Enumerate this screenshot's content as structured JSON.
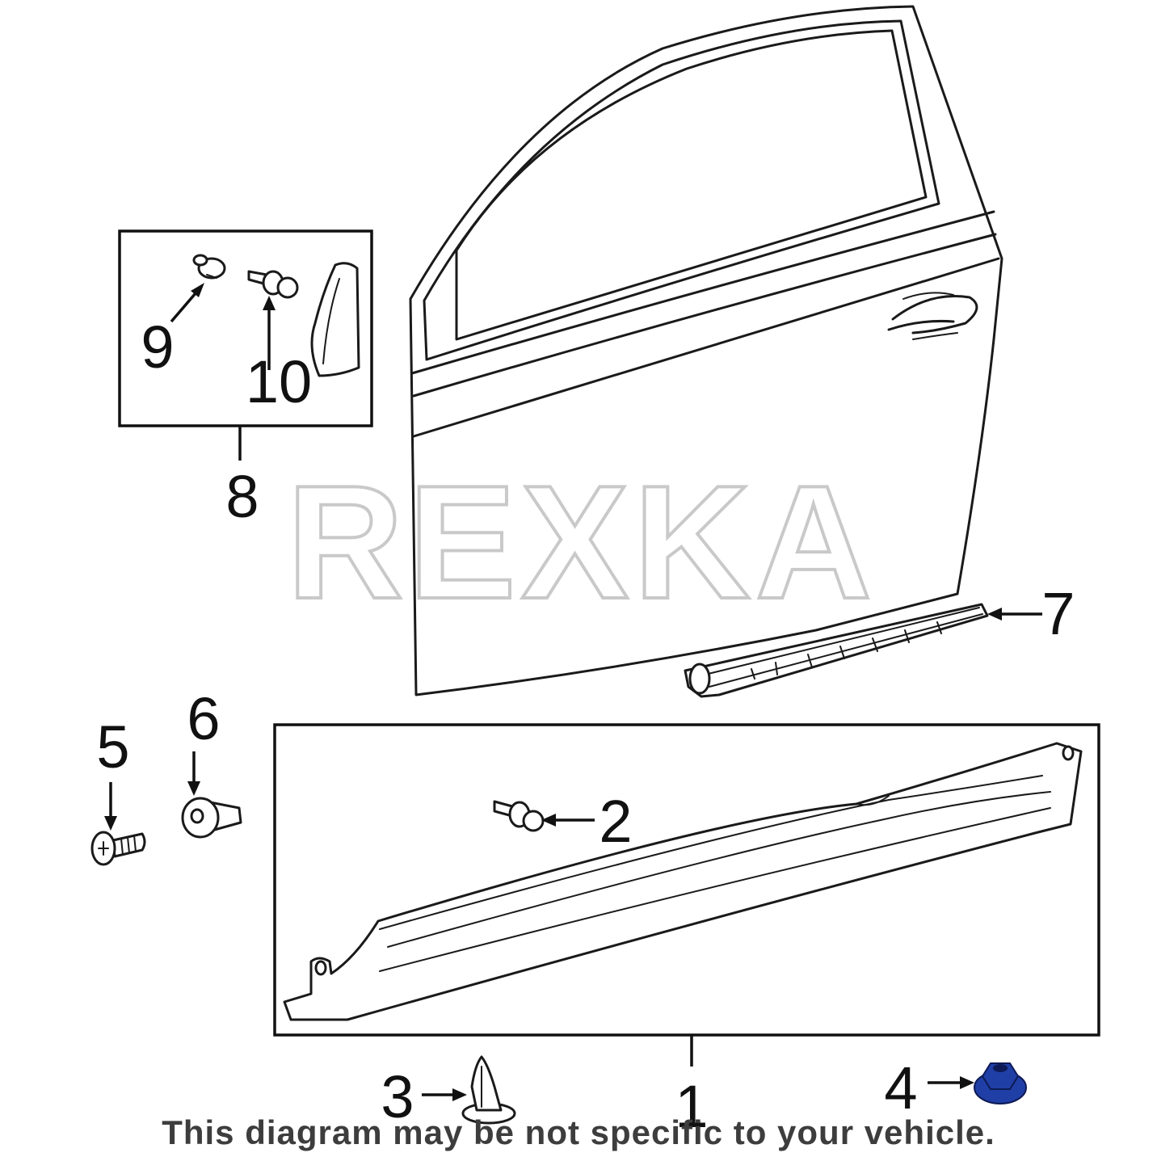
{
  "watermark": "REXKA",
  "disclaimer": "This diagram may be not specific to your vehicle.",
  "callouts": {
    "c1": "1",
    "c2": "2",
    "c3": "3",
    "c4": "4",
    "c5": "5",
    "c6": "6",
    "c7": "7",
    "c8": "8",
    "c9": "9",
    "c10": "10"
  },
  "highlight_color": "#1f3fa6",
  "line_color": "#1a1a1a"
}
